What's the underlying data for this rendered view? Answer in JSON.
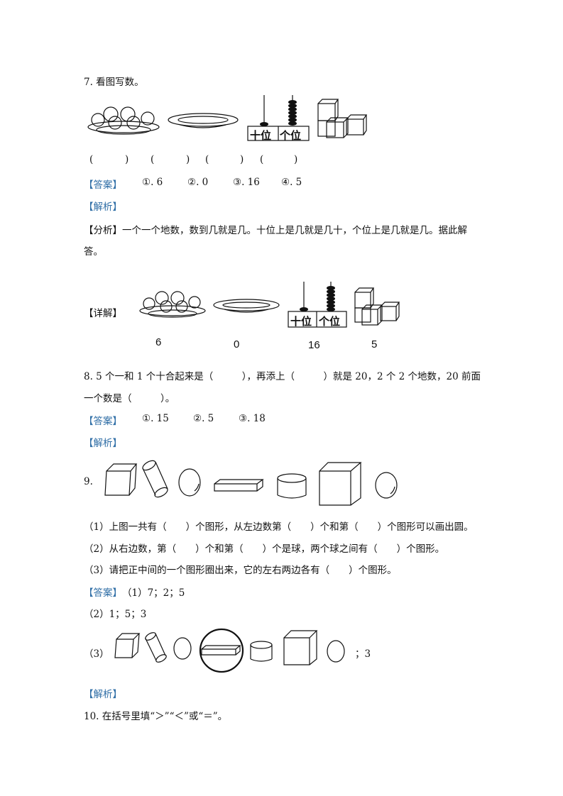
{
  "q7": {
    "title": "7. 看图写数。",
    "blanks": [
      "(",
      ")",
      "(",
      ")",
      "(",
      ")",
      "(",
      ")"
    ],
    "abacus_labels": {
      "tens": "十位",
      "ones": "个位"
    },
    "answer_label": "【答案】",
    "answers": [
      "①. 6",
      "②. 0",
      "③. 16",
      "④. 5"
    ],
    "analysis_label": "【解析】",
    "analysis_line1": "【分析】一个一个地数，数到几就是几。十位上是几就是几十，个位上是几就是几。据此解",
    "analysis_line2": "答。",
    "detail_label": "【详解】",
    "detail_values": [
      "6",
      "0",
      "16",
      "5"
    ]
  },
  "q8": {
    "line1": "8. 5 个一和 1 个十合起来是（　　　），再添上（　　　）就是 20，2 个 2 个地数，20 前面",
    "line2": "一个数是（　　　）。",
    "answer_label": "【答案】",
    "answers": [
      "①. 15",
      "②. 5",
      "③. 18"
    ],
    "analysis_label": "【解析】"
  },
  "q9": {
    "number": "9.",
    "shapes": [
      "cube",
      "cylinder-tilted",
      "sphere",
      "cuboid-flat",
      "cylinder-short",
      "cube-large",
      "sphere"
    ],
    "sub1": "（1）上图一共有（　　）个图形，从左边数第（　　）个和第（　　）个图形可以画出圆。",
    "sub2": "（2）从右边数，第（　　）个和第（　　）个是球，两个球之间有（　　）个图形。",
    "sub3": "（3）请把正中间的一个图形圈出来，它的左右两边各有（　　）个图形。",
    "answer_label": "【答案】",
    "answer1": "（1）7；2；5",
    "answer2": "（2）1；5；3",
    "answer3_prefix": "（3）",
    "answer3_suffix": "；3",
    "analysis_label": "【解析】"
  },
  "q10": {
    "title": "10. 在括号里填“＞”“＜”或“＝”。"
  }
}
